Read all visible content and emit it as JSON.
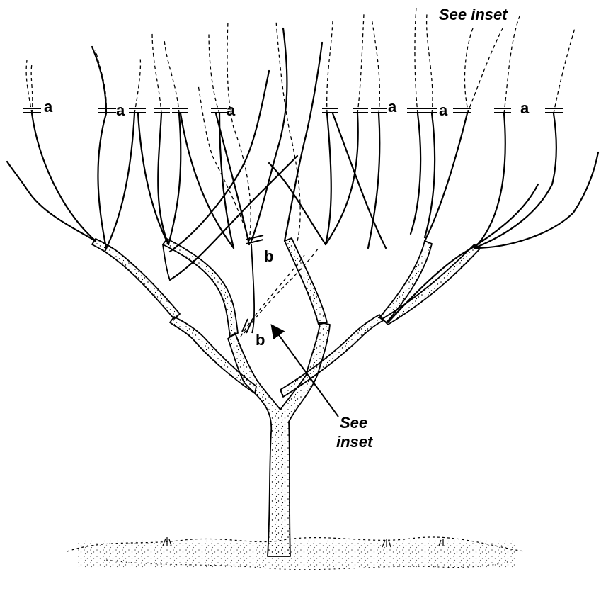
{
  "labels": {
    "a": "a",
    "b": "b",
    "see_inset_top": "See inset",
    "see_inset_see": "See",
    "see_inset_inset": "inset"
  },
  "colors": {
    "ink": "#000000",
    "background": "#ffffff",
    "bark_fill": "#ffffff"
  }
}
